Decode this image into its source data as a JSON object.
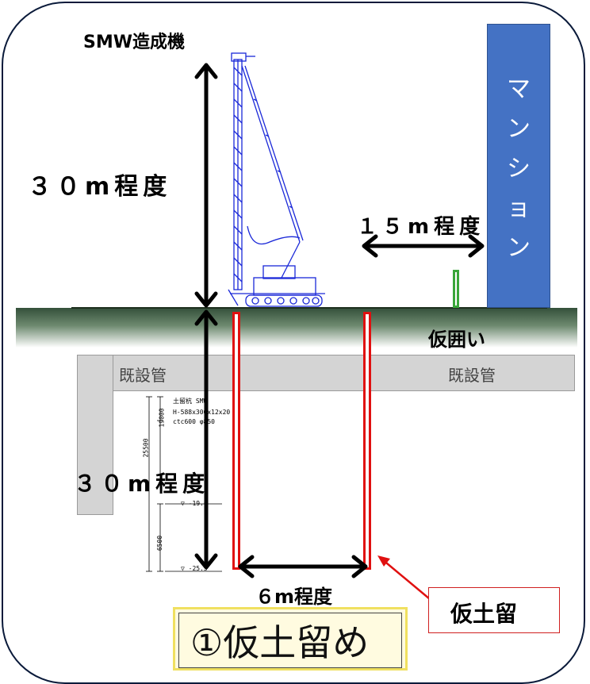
{
  "labels": {
    "machine": "SMW造成機",
    "height_above": "３０m程度",
    "depth_below": "３０m程度",
    "distance_mansion": "１５m程度",
    "width_between": "６m程度",
    "fence": "仮囲い",
    "temp_retaining": "仮土留",
    "caption": "①仮土留め",
    "pipe_left": "既設管",
    "pipe_right": "既設管"
  },
  "mansion": {
    "chars": [
      "マ",
      "ン",
      "シ",
      "ョ",
      "ン"
    ]
  },
  "drawing_notes": {
    "title": "土留杭 SMW",
    "spec1": "H-588x300x12x20",
    "spec2": "ctc600  φ850",
    "dim1": "19000",
    "dim2": "25500",
    "dim3": "6500",
    "level1": "▽ -19.0",
    "level2": "▽ -25.5"
  },
  "colors": {
    "mansion": "#4472c4",
    "retaining_wall": "#e01010",
    "crane": "#1a28d8",
    "fence_post": "#3aa63a",
    "caption_bg": "#fffbe0",
    "caption_border": "#f0e060"
  }
}
